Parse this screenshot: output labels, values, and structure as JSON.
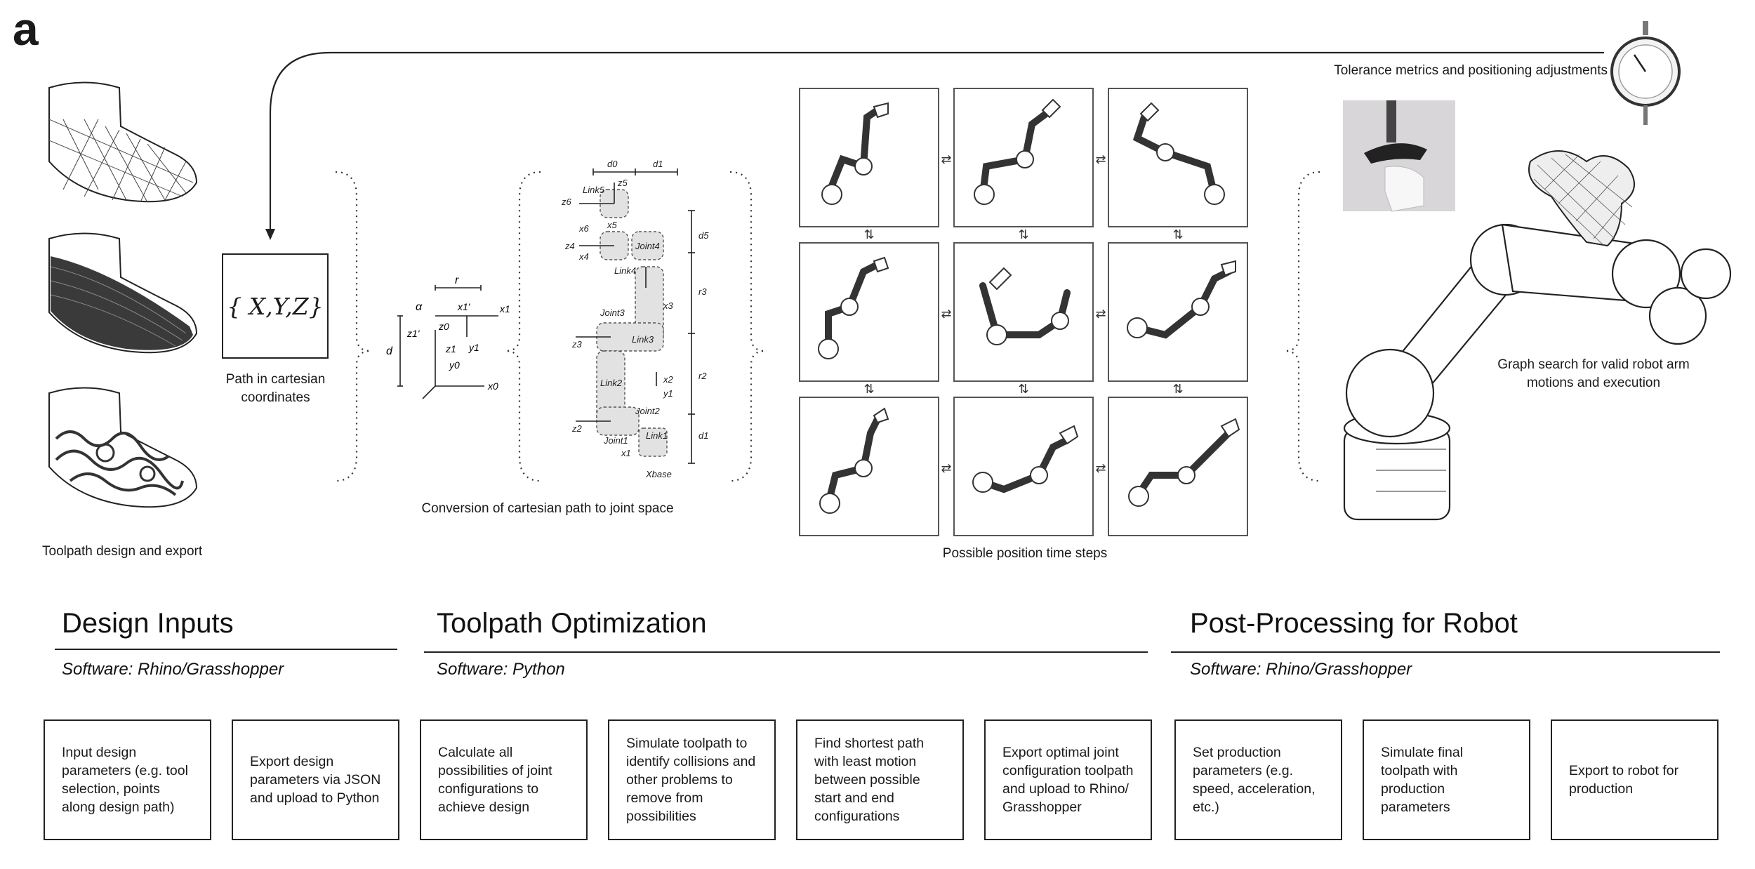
{
  "panel_label": "a",
  "top_figure": {
    "toolpath_caption": "Toolpath design and export",
    "xyz_label": "{ X,Y,Z}",
    "path_caption": "Path in cartesian\ncoordinates",
    "conversion_caption": "Conversion of cartesian path to joint space",
    "positions_caption": "Possible position time steps",
    "tolerance_caption": "Tolerance metrics and positioning adjustments",
    "graph_caption": "Graph search for valid robot arm\nmotions and execution",
    "frame_labels": {
      "r": "r",
      "d": "d",
      "alpha": "α",
      "x1p": "x1'",
      "x1": "x1",
      "z1p": "z1'",
      "z0": "z0",
      "z1": "z1",
      "y1": "y1",
      "y0": "y0",
      "x0": "x0"
    },
    "kinematic_labels": {
      "d0": "d0",
      "d1": "d1",
      "z5": "z5",
      "link5": "Link5",
      "z6": "z6",
      "x5": "x5",
      "x6": "x6",
      "joint4": "Joint4",
      "z4": "z4",
      "x4": "x4",
      "link4": "Link4",
      "d5": "d5",
      "joint3": "Joint3",
      "x3": "x3",
      "r3": "r3",
      "z3": "z3",
      "link3": "Link3",
      "link2": "Link2",
      "r2": "r2",
      "x2": "x2",
      "y1": "y1",
      "z2": "z2",
      "joint2": "Joint2",
      "joint1": "Joint1",
      "link1": "Link1",
      "x1": "x1",
      "d1b": "d1",
      "xbase": "Xbase"
    },
    "grid_arrows": {
      "horizontal": "⇄",
      "vertical": "⇅"
    }
  },
  "sections": [
    {
      "title": "Design Inputs",
      "software": "Software: Rhino/Grasshopper",
      "steps": [
        "Input design parameters (e.g. tool selection, points along design path)",
        "Export design parameters via JSON and upload to Python"
      ]
    },
    {
      "title": "Toolpath Optimization",
      "software": "Software: Python",
      "steps": [
        "Calculate all possibilities of joint configurations to achieve design",
        "Simulate toolpath to identify collisions and other problems to remove from possibilities",
        "Find shortest path with least motion between possible start and end configurations",
        "Export optimal joint configuration toolpath and upload to Rhino/ Grasshopper"
      ]
    },
    {
      "title": "Post-Processing for Robot",
      "software": "Software: Rhino/Grasshopper",
      "steps": [
        "Set production parameters (e.g. speed, acceleration, etc.)",
        "Simulate final toolpath with production parameters",
        "Export to robot for production"
      ]
    }
  ]
}
